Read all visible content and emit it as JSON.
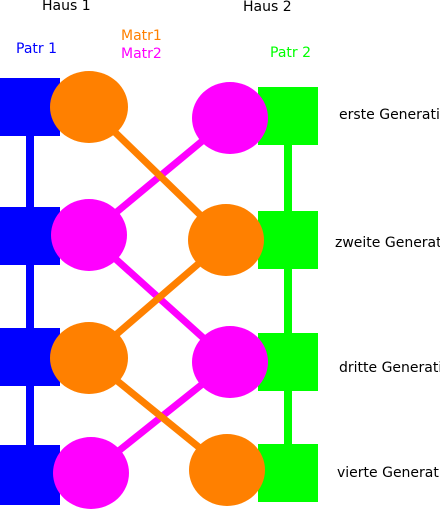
{
  "headers": {
    "house1": "Haus 1",
    "house2": "Haus 2"
  },
  "legend": {
    "patr1": "Patr 1",
    "matr1": "Matr1",
    "matr2": "Matr2",
    "patr2": "Patr 2"
  },
  "generations": [
    "erste Generation",
    "zweite Generation",
    "dritte Generation",
    "vierte Generation"
  ],
  "colors": {
    "patr1": "#0000ff",
    "patr2": "#00ff00",
    "matr1": "#ff8000",
    "matr2": "#ff00ff",
    "text": "#000000"
  }
}
